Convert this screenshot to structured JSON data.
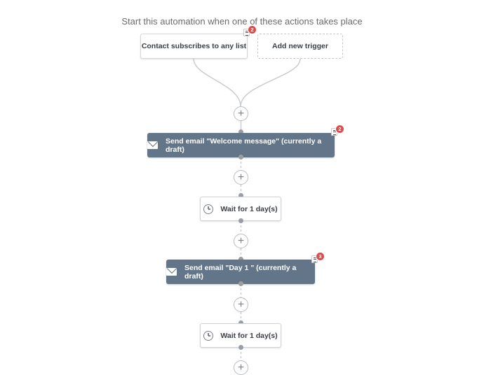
{
  "heading": "Start this automation when one of these actions takes place",
  "triggers": [
    {
      "label": "Contact subscribes to any list",
      "badge_count": "2",
      "badge_icon": "document-icon"
    },
    {
      "label": "Add new trigger"
    }
  ],
  "steps": [
    {
      "type": "email",
      "label": "Send email \"Welcome message\" (currently a draft)",
      "icon": "envelope-icon",
      "badge_count": "2"
    },
    {
      "type": "wait",
      "label": "Wait for 1 day(s)",
      "icon": "clock-icon"
    },
    {
      "type": "email",
      "label": "Send email \"Day 1 \" (currently a draft)",
      "icon": "envelope-icon",
      "badge_count": "3"
    },
    {
      "type": "wait",
      "label": "Wait for 1 day(s)",
      "icon": "clock-icon"
    }
  ],
  "add_step_symbol": "+",
  "colors": {
    "email_step_bg": "#637689",
    "badge_red": "#e04a4a",
    "connector_gray": "#c8cbcf",
    "heading_text": "#6b6b6b"
  }
}
